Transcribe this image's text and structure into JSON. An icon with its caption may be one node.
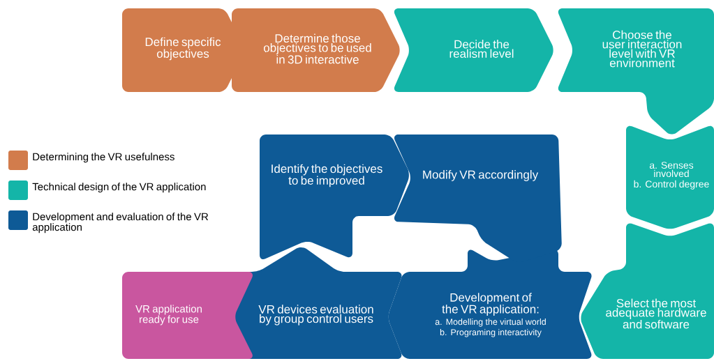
{
  "diagram": {
    "nodes": [
      {
        "text": [
          "Define specific objectives"
        ]
      },
      {
        "text": [
          "Determine those objectives to be used in 3D interactive"
        ]
      },
      {
        "text": [
          "Decide the realism level"
        ]
      },
      {
        "text": [
          "Choose the user interaction level with VR environment"
        ]
      },
      {
        "text": [
          "a. Senses involved",
          "b. Control degree"
        ]
      },
      {
        "text": [
          "Select the most adequate hardware and software"
        ]
      },
      {
        "text": [
          "Development of the VR application:",
          "a. Modelling the virtual world",
          "b. Programing interactivity"
        ]
      },
      {
        "text": [
          "VR devices evaluation by group control users"
        ]
      },
      {
        "text": [
          "Identify the objectives to be improved"
        ]
      },
      {
        "text": [
          "Modify VR accordingly"
        ]
      },
      {
        "text": [
          "VR application ready for use"
        ]
      }
    ],
    "legend": [
      {
        "text": "Determining the VR usefulness",
        "color": "#d27c4c"
      },
      {
        "text": "Technical design of the VR application",
        "color": "#14b5a8"
      },
      {
        "text": "Development and evaluation of the VR application",
        "color": "#0e5a96"
      }
    ]
  }
}
